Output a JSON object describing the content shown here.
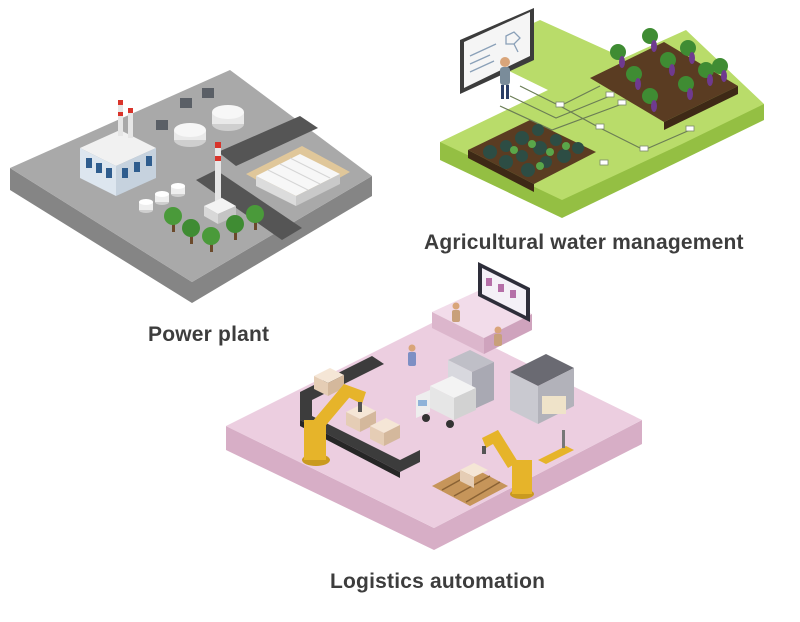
{
  "captions": {
    "power_plant": "Power plant",
    "agriculture": "Agricultural water management",
    "logistics": "Logistics automation"
  },
  "colors": {
    "power_platform_top": "#a9a9a9",
    "power_platform_side": "#858585",
    "agri_platform_top": "#b9dc6a",
    "agri_platform_side": "#94bf43",
    "soil": "#5a3c22",
    "logistics_platform_top": "#eccee0",
    "logistics_platform_side": "#d7aec6",
    "robot_arm": "#e6b42a",
    "conveyor": "#3c3c3c",
    "caption_text": "#3d3d3d"
  },
  "icons": [
    "factory-icon",
    "chimney-icon",
    "storage-tank-icon",
    "warehouse-icon",
    "tree-icon",
    "monitor-icon",
    "farmer-icon",
    "plant-icon",
    "sensor-icon",
    "screen-icon",
    "worker-icon",
    "conveyor-icon",
    "robot-arm-icon",
    "truck-icon",
    "pallet-icon",
    "box-icon",
    "hand-truck-icon"
  ]
}
